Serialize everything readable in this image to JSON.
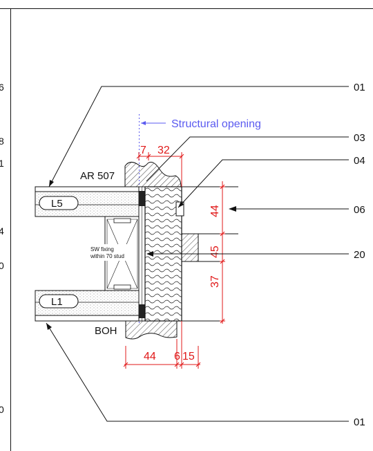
{
  "left_column_numbers": [
    "6",
    "8",
    "1",
    "4",
    "0",
    "0"
  ],
  "callouts": {
    "c01_top": "01",
    "c03": "03",
    "c04": "04",
    "c06": "06",
    "c20": "20",
    "c01_bottom": "01"
  },
  "labels": {
    "structural_opening": "Structural opening",
    "architrave": "AR 507",
    "level_upper": "L5",
    "level_lower": "L1",
    "fixing_line1": "SW fixing",
    "fixing_line2": "within 70 stud",
    "boh": "BOH"
  },
  "dimensions": {
    "d7": "7",
    "d32": "32",
    "d44_vertical": "44",
    "d45": "45",
    "d37": "37",
    "d44_bottom": "44",
    "d6": "6",
    "d15": "15"
  },
  "colors": {
    "dimension": "#e01818",
    "structural_line": "#5a5af0",
    "linework": "#111111"
  }
}
